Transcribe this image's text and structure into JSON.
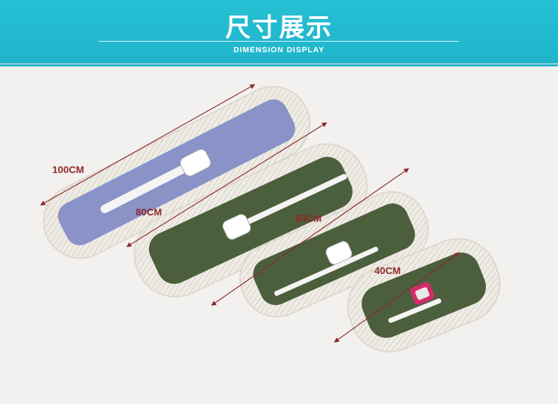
{
  "header": {
    "title": "尺寸展示",
    "subtitle": "DIMENSION DISPLAY",
    "accent_color": "#1fb4ca"
  },
  "products": [
    {
      "size_label": "100CM",
      "pad_color": "#8a92c8"
    },
    {
      "size_label": "80CM",
      "pad_color": "#4c5f3c"
    },
    {
      "size_label": "60CM",
      "pad_color": "#4c5f3c"
    },
    {
      "size_label": "40CM",
      "pad_color": "#4c5f3c"
    }
  ],
  "colors": {
    "dimension_arrow": "#8b2a28",
    "fringe": "#efece6",
    "background": "#f3f1f0"
  }
}
